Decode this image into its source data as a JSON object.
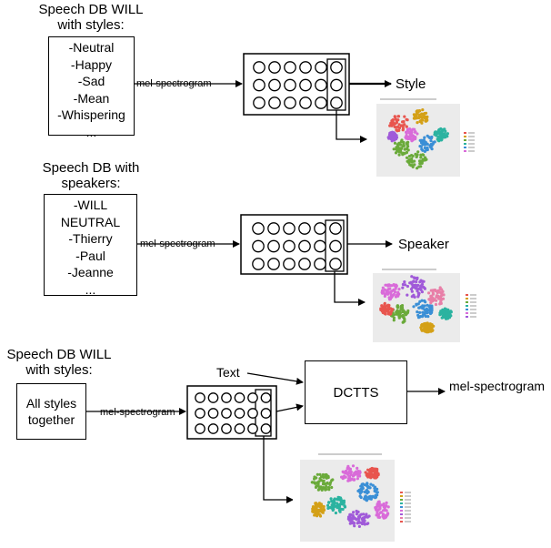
{
  "panel1": {
    "heading_line1": "Speech DB WILL",
    "heading_line2": "with styles:",
    "items": [
      "-Neutral",
      "-Happy",
      "-Sad",
      "-Mean",
      "-Whispering",
      "..."
    ],
    "arrow_label": "mel-spectrogram",
    "output_label": "Style"
  },
  "panel2": {
    "heading_line1": "Speech DB with",
    "heading_line2": "speakers:",
    "items": [
      "-WILL",
      "NEUTRAL",
      "-Thierry",
      "-Paul",
      "-Jeanne",
      "..."
    ],
    "arrow_label": "mel-spectrogram",
    "output_label": "Speaker"
  },
  "panel3": {
    "heading_line1": "Speech DB WILL",
    "heading_line2": "with styles:",
    "input_line1": "All styles",
    "input_line2": "together",
    "arrow_label": "mel-spectrogram",
    "text_label": "Text",
    "model_label": "DCTTS",
    "output_label": "mel-spectrogram"
  },
  "colors": {
    "clusters": [
      "#e8554e",
      "#d4a017",
      "#6aaa3a",
      "#2bb3a0",
      "#3a8fd6",
      "#d96bd9",
      "#a05ad9",
      "#e87fa8"
    ]
  }
}
